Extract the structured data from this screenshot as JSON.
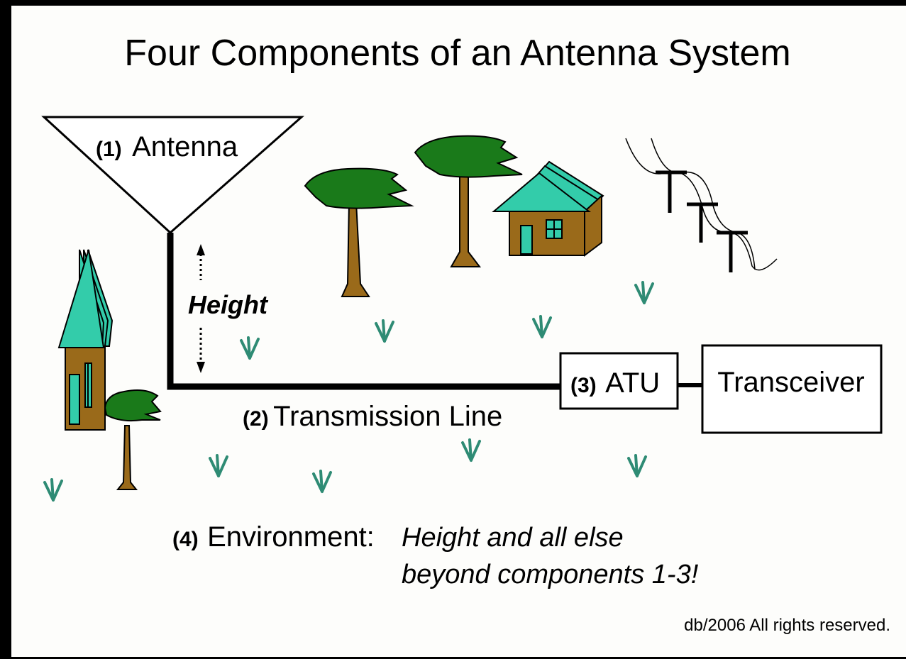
{
  "title": "Four Components of an Antenna System",
  "antenna": {
    "num": "(1)",
    "label": "Antenna"
  },
  "height_label": "Height",
  "transmission_line": {
    "num": "(2)",
    "label": "Transmission Line"
  },
  "atu": {
    "num": "(3)",
    "label": "ATU"
  },
  "transceiver": {
    "label": "Transceiver"
  },
  "environment": {
    "num": "(4)",
    "label": "Environment:",
    "note_line1": "Height and all else",
    "note_line2": "beyond components 1-3!"
  },
  "copyright": "db/2006 All rights reserved.",
  "colors": {
    "foliage": "#1a7a1a",
    "trunk": "#8b5a14",
    "roof": "#33ccaa",
    "grass": "#2e8b74",
    "line": "#000000"
  }
}
